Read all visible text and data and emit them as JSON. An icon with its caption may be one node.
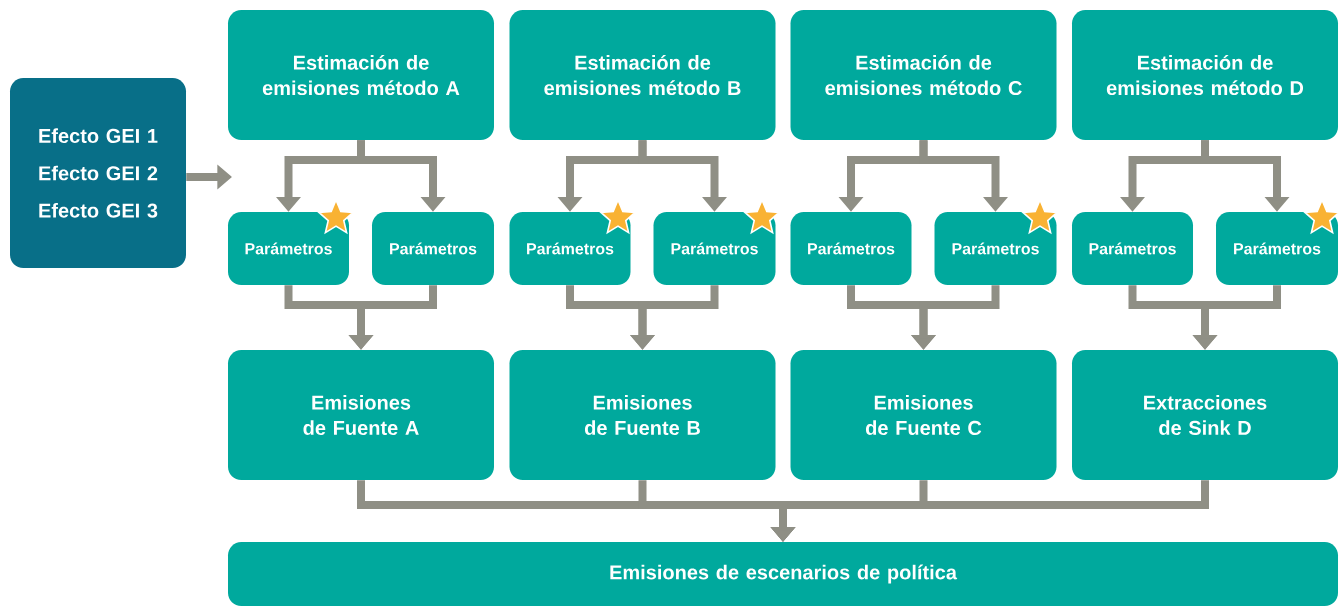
{
  "diagram": {
    "nodes": [
      {
        "text": [
          "Efecto GEI 1",
          "Efecto GEI 2",
          "Efecto GEI 3"
        ]
      },
      {
        "text": [
          "Estimación de emisiones método A"
        ]
      },
      {
        "text": [
          "Estimación de emisiones método B"
        ]
      },
      {
        "text": [
          "Estimación de emisiones método C"
        ]
      },
      {
        "text": [
          "Estimación de emisiones método D"
        ]
      },
      {
        "text": [
          "Parámetros"
        ]
      },
      {
        "text": [
          "Parámetros"
        ]
      },
      {
        "text": [
          "Parámetros"
        ]
      },
      {
        "text": [
          "Parámetros"
        ]
      },
      {
        "text": [
          "Parámetros"
        ]
      },
      {
        "text": [
          "Parámetros"
        ]
      },
      {
        "text": [
          "Parámetros"
        ]
      },
      {
        "text": [
          "Parámetros"
        ]
      },
      {
        "text": [
          "Emisiones de Fuente A"
        ]
      },
      {
        "text": [
          "Emisiones de Fuente B"
        ]
      },
      {
        "text": [
          "Emisiones de Fuente C"
        ]
      },
      {
        "text": [
          "Extracciones de Sink D"
        ]
      },
      {
        "text": [
          "Emisiones de escenarios de política"
        ]
      }
    ],
    "edges": [
      {
        "from": 0,
        "to": null,
        "arrow": "to"
      },
      {
        "from": 1,
        "to": 5,
        "arrow": "to"
      },
      {
        "from": 1,
        "to": 6,
        "arrow": "to"
      },
      {
        "from": 2,
        "to": 7,
        "arrow": "to"
      },
      {
        "from": 2,
        "to": 8,
        "arrow": "to"
      },
      {
        "from": 3,
        "to": 9,
        "arrow": "to"
      },
      {
        "from": 3,
        "to": 10,
        "arrow": "to"
      },
      {
        "from": 4,
        "to": 11,
        "arrow": "to"
      },
      {
        "from": 4,
        "to": 12,
        "arrow": "to"
      },
      {
        "from": 5,
        "to": 13,
        "arrow": "to"
      },
      {
        "from": 6,
        "to": 13,
        "arrow": "to"
      },
      {
        "from": 7,
        "to": 14,
        "arrow": "to"
      },
      {
        "from": 8,
        "to": 14,
        "arrow": "to"
      },
      {
        "from": 9,
        "to": 15,
        "arrow": "to"
      },
      {
        "from": 10,
        "to": 15,
        "arrow": "to"
      },
      {
        "from": 11,
        "to": 16,
        "arrow": "to"
      },
      {
        "from": 12,
        "to": 16,
        "arrow": "to"
      },
      {
        "from": 13,
        "to": 17,
        "arrow": "to"
      },
      {
        "from": 14,
        "to": 17,
        "arrow": "to"
      },
      {
        "from": 15,
        "to": 17,
        "arrow": "to"
      },
      {
        "from": 16,
        "to": 17,
        "arrow": "to"
      }
    ]
  }
}
